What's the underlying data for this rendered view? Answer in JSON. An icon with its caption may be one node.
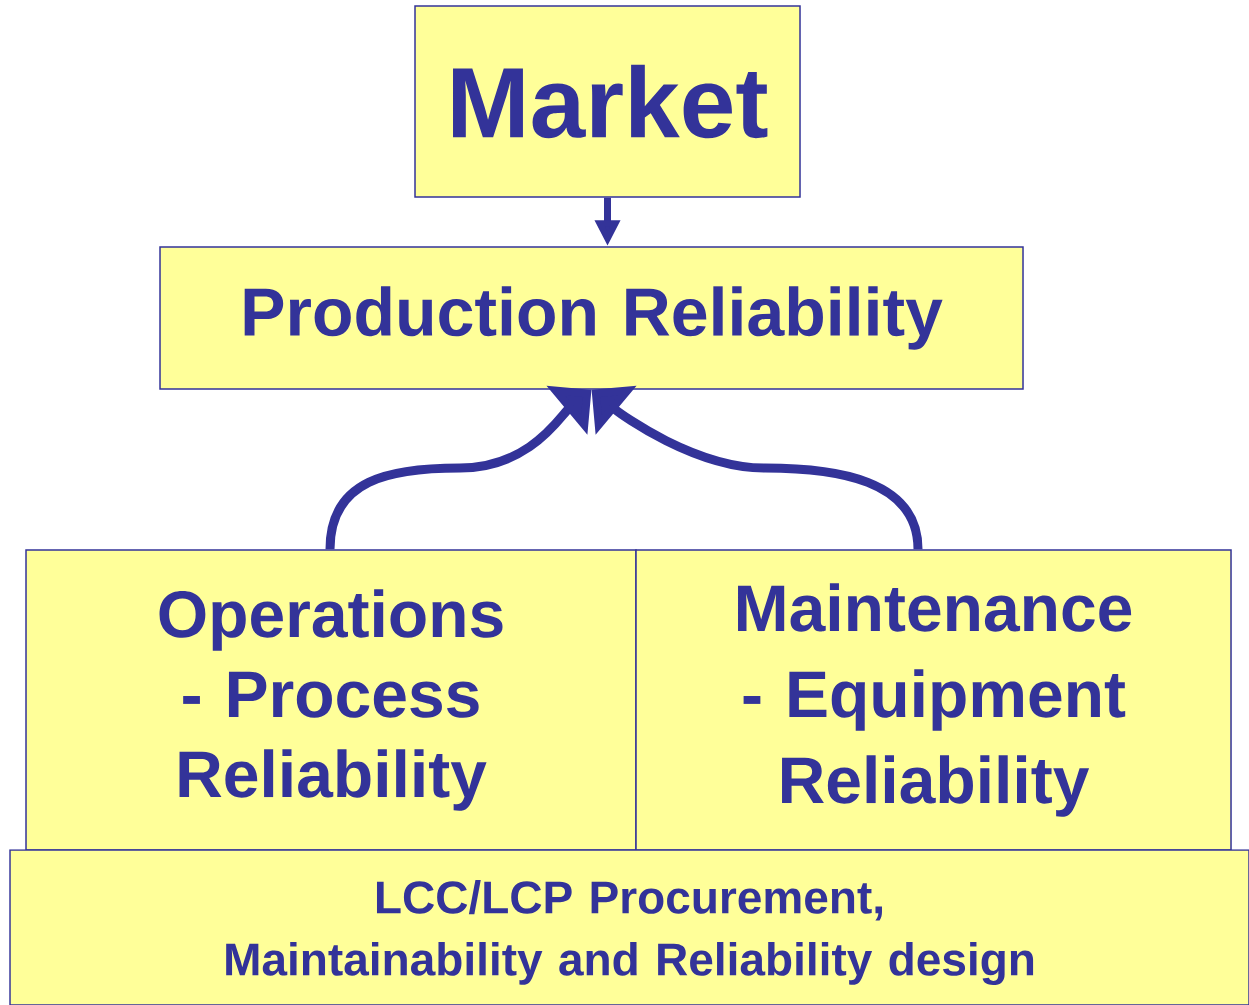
{
  "diagram": {
    "nodes": [
      {
        "text": [
          "Market"
        ]
      },
      {
        "text": [
          "Production Reliability"
        ]
      },
      {
        "text": [
          "Operations - Process Reliability"
        ]
      },
      {
        "text": [
          "Maintenance - Equipment Reliability"
        ]
      },
      {
        "text": [
          "LCC/LCP Procurement, Maintainability and Reliability design"
        ]
      }
    ],
    "edges": [
      {
        "from": 0,
        "to": 1,
        "arrow": "to"
      },
      {
        "from": 2,
        "to": 1,
        "arrow": "to"
      },
      {
        "from": 3,
        "to": 1,
        "arrow": "to"
      }
    ]
  }
}
